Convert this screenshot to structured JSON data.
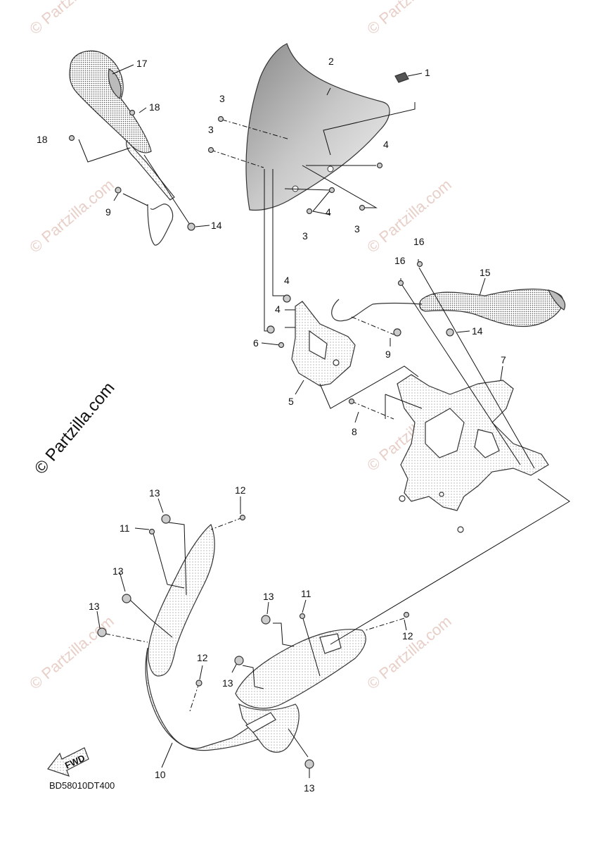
{
  "diagram": {
    "code": "BD58010DT400",
    "fwd_label": "FWD",
    "callouts": [
      "1",
      "2",
      "3",
      "3",
      "3",
      "3",
      "4",
      "4",
      "4",
      "4",
      "5",
      "6",
      "7",
      "8",
      "9",
      "9",
      "10",
      "11",
      "11",
      "12",
      "12",
      "12",
      "13",
      "13",
      "13",
      "13",
      "13",
      "13",
      "14",
      "14",
      "15",
      "16",
      "16",
      "17",
      "18",
      "18"
    ]
  },
  "watermark": {
    "text": "© Partzilla.com",
    "color": "#e8cfc8"
  }
}
